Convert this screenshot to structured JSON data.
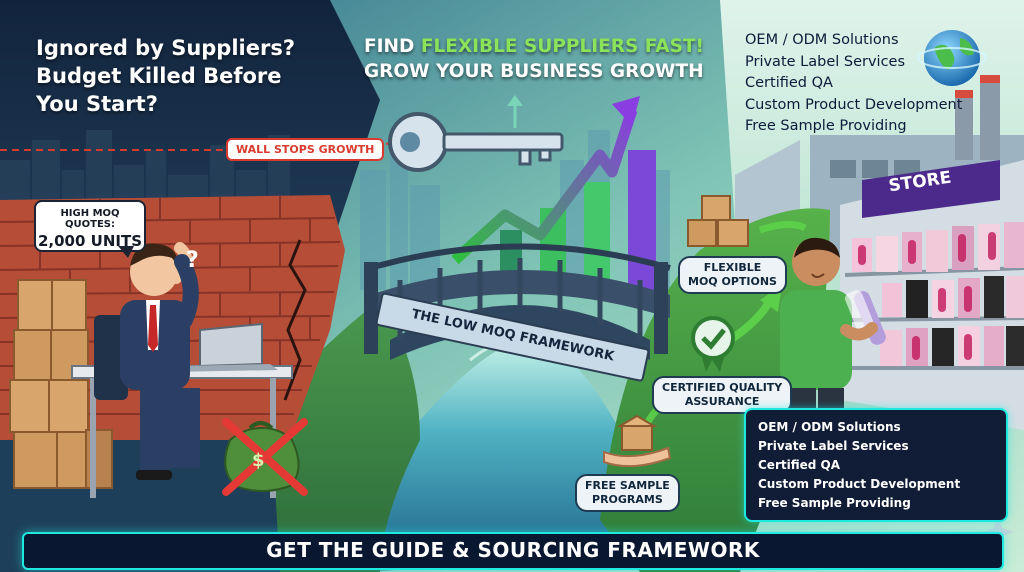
{
  "headline": {
    "line1": "Ignored by Suppliers?",
    "line2": "Budget Killed Before",
    "line3": "You Start?"
  },
  "find_title": {
    "prefix": "FIND ",
    "highlight": "FLEXIBLE SUPPLIERS FAST!",
    "line2": "GROW YOUR BUSINESS GROWTH"
  },
  "top_services": [
    "OEM / ODM Solutions",
    "Private Label Services",
    "Certified QA",
    "Custom Product Development",
    "Free Sample Providing"
  ],
  "wall_tag": "WALL STOPS GROWTH",
  "moq_bubble": {
    "line1": "HIGH MOQ QUOTES:",
    "line2": "2,000 UNITS"
  },
  "question_mark": "?",
  "bridge_label": "THE LOW MOQ FRAMEWORK",
  "store_sign": "STORE",
  "badges": {
    "flexible": {
      "line1": "FLEXIBLE",
      "line2": "MOQ OPTIONS"
    },
    "quality": {
      "line1": "CERTIFIED QUALITY",
      "line2": "ASSURANCE"
    },
    "sample": {
      "line1": "FREE SAMPLE",
      "line2": "PROGRAMS"
    }
  },
  "bottom_services": [
    "OEM / ODM Solutions",
    "Private Label Services",
    "Certified QA",
    "Custom Product Development",
    "Free Sample Providing"
  ],
  "money_bag_symbol": "$",
  "footer_cta": "GET THE GUIDE & SOURCING FRAMEWORK",
  "icons": [
    "key-icon",
    "growth-arrow-icon",
    "globe-icon",
    "box-icon",
    "check-medal-icon",
    "hand-box-icon",
    "money-bag-icon",
    "laptop-icon",
    "sparkle-icon"
  ],
  "colors": {
    "accent_green": "#8be35a",
    "neon_cyan": "#1de9e0",
    "wall_red": "#d93a2e",
    "purple": "#8a3de0"
  }
}
